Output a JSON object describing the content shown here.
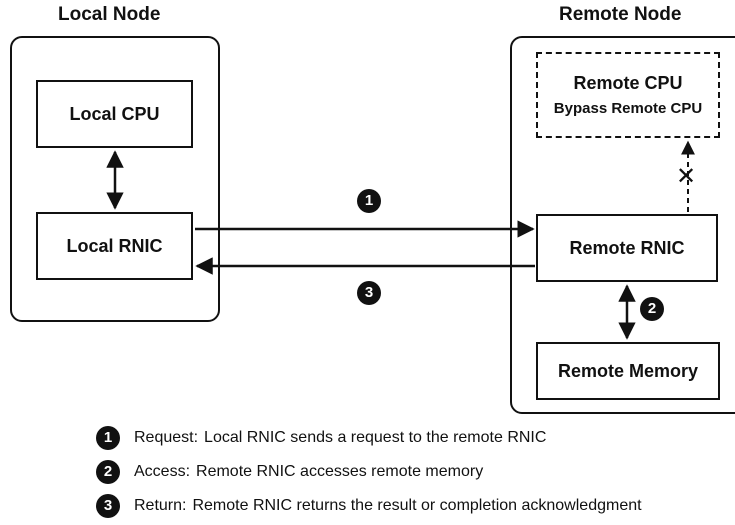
{
  "local_node": {
    "title": "Local Node",
    "cpu_label": "Local CPU",
    "rnic_label": "Local RNIC"
  },
  "remote_node": {
    "title": "Remote Node",
    "cpu_label": "Remote CPU",
    "cpu_note": "Bypass Remote CPU",
    "rnic_label": "Remote RNIC",
    "memory_label": "Remote Memory"
  },
  "steps": [
    {
      "number": "1",
      "name": "Request:",
      "description": "Local RNIC sends a request to the remote RNIC"
    },
    {
      "number": "2",
      "name": "Access:",
      "description": "Remote RNIC accesses remote memory"
    },
    {
      "number": "3",
      "name": "Return:",
      "description": "Remote RNIC returns the result or completion acknowledgment"
    }
  ],
  "bypass_mark": "✕"
}
